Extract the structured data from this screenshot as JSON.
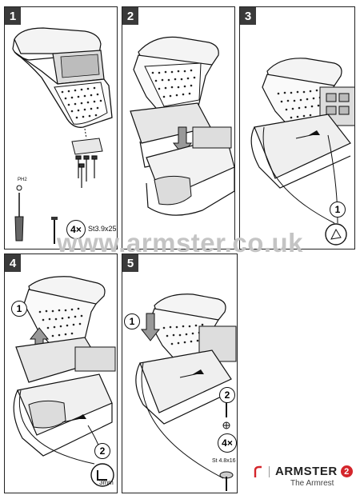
{
  "panels": [
    {
      "number": "1"
    },
    {
      "number": "2"
    },
    {
      "number": "3"
    },
    {
      "number": "4"
    },
    {
      "number": "5"
    }
  ],
  "step1": {
    "tool_label": "PH2",
    "screw_count": "4×",
    "screw_spec": "St3.9x25"
  },
  "step3": {
    "callout": "1"
  },
  "step4": {
    "callout_1": "1",
    "callout_2": "2",
    "hex_size": "3mm"
  },
  "step5": {
    "callout_1": "1",
    "callout_2": "2",
    "screw_count": "4×",
    "screw_spec": "St 4.8x16"
  },
  "watermark": "www.armster.co.uk",
  "brand": {
    "name": "ARMSTER",
    "version": "2",
    "tagline": "The Armrest",
    "accent_color": "#d4252b"
  }
}
